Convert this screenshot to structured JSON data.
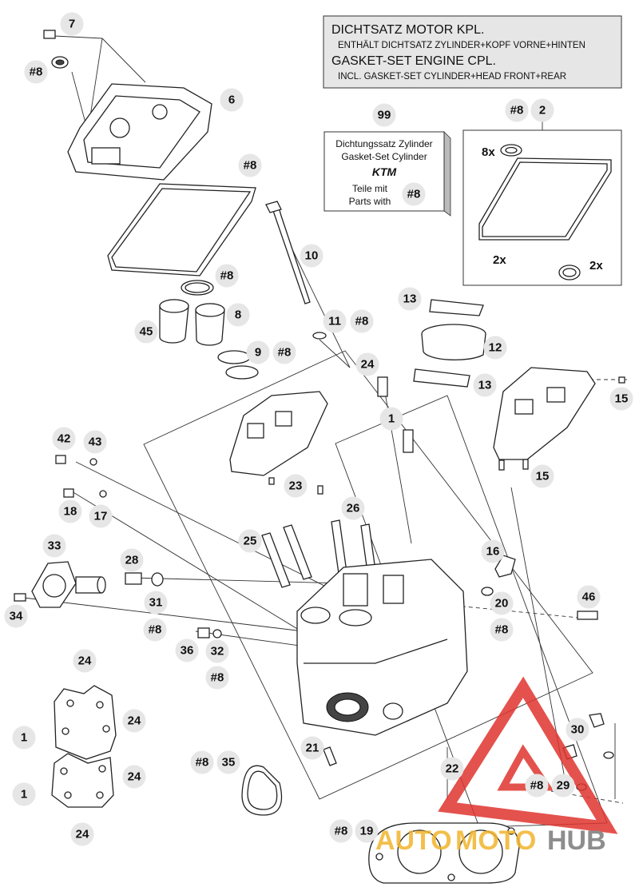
{
  "gasket_set_box": {
    "line1": "DICHTSATZ MOTOR KPL.",
    "line2": "ENTHÄLT DICHTSATZ ZYLINDER+KOPF VORNE+HINTEN",
    "line3": "GASKET-SET ENGINE CPL.",
    "line4": "INCL. GASKET-SET CYLINDER+HEAD FRONT+REAR"
  },
  "cylinder_set_box": {
    "line1": "Dichtungssatz Zylinder",
    "line2": "Gasket-Set Cylinder",
    "brand": "KTM",
    "line3": "Teile mit",
    "line4": "Parts with",
    "ref": "#8"
  },
  "quantities": {
    "q_8x": "8x",
    "q_2x_a": "2x",
    "q_2x_b": "2x"
  },
  "watermark": {
    "text_auto": "AUTO",
    "text_moto": "MOTO",
    "text_hub": "HUB"
  },
  "callouts": {
    "c7": "7",
    "c8a": "#8",
    "c6": "6",
    "c8b": "#8",
    "c99": "99",
    "c8c": "#8",
    "c2": "2",
    "c10": "10",
    "c8d": "#8",
    "c8e": "8",
    "c45": "45",
    "c11": "11",
    "c8f": "#8",
    "c9": "9",
    "c8g": "#8",
    "c13a": "13",
    "c12": "12",
    "c13b": "13",
    "c24a": "24",
    "c15a": "15",
    "c1a": "1",
    "c42": "42",
    "c43": "43",
    "c23": "23",
    "c15b": "15",
    "c18": "18",
    "c17": "17",
    "c26": "26",
    "c25": "25",
    "c33": "33",
    "c28": "28",
    "c16": "16",
    "c31": "31",
    "c20": "20",
    "c46": "46",
    "c34": "34",
    "c8h": "#8",
    "c8i": "#8",
    "c36": "36",
    "c32": "32",
    "c8j": "#8",
    "c24b": "24",
    "c24c": "24",
    "c1b": "1",
    "c30": "30",
    "c21": "21",
    "c24d": "24",
    "c8k": "#8",
    "c35": "35",
    "c22": "22",
    "c8l": "#8",
    "c29": "29",
    "c1c": "1",
    "c24e": "24",
    "c8m": "#8",
    "c19": "19"
  },
  "colors": {
    "watermark_red": "#e0342f",
    "watermark_gold": "#f1b52c",
    "watermark_gray": "#7a7a7a",
    "callout_fill": "#e6e6e6"
  }
}
